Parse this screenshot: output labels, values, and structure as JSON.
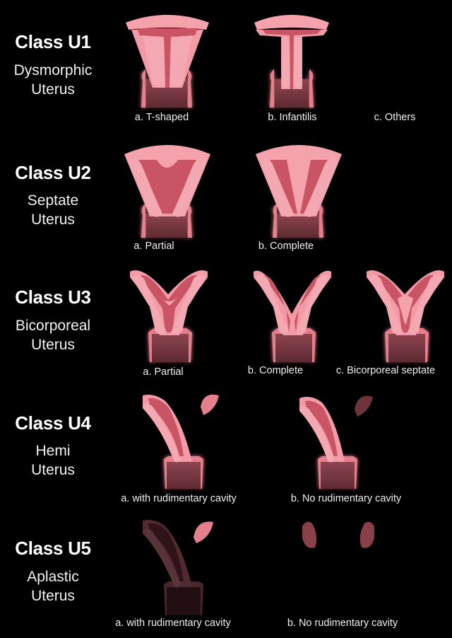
{
  "colors": {
    "background": "#000000",
    "tissue_light": "#f4a3ad",
    "tissue_mid": "#e57f8c",
    "cavity": "#c95466",
    "cervix": "#7a3a42",
    "text": "#ffffff"
  },
  "classes": [
    {
      "id": "U1",
      "title": "Class U1",
      "subtitle_line1": "Dysmorphic",
      "subtitle_line2": "Uterus",
      "subclasses": [
        {
          "label": "a. T-shaped"
        },
        {
          "label": "b. Infantilis"
        },
        {
          "label": "c. Others"
        }
      ]
    },
    {
      "id": "U2",
      "title": "Class U2",
      "subtitle_line1": "Septate",
      "subtitle_line2": "Uterus",
      "subclasses": [
        {
          "label": "a. Partial"
        },
        {
          "label": "b. Complete"
        }
      ]
    },
    {
      "id": "U3",
      "title": "Class U3",
      "subtitle_line1": "Bicorporeal",
      "subtitle_line2": "Uterus",
      "subclasses": [
        {
          "label": "a. Partial"
        },
        {
          "label": "b. Complete"
        },
        {
          "label": "c. Bicorporeal septate"
        }
      ]
    },
    {
      "id": "U4",
      "title": "Class U4",
      "subtitle_line1": "Hemi",
      "subtitle_line2": "Uterus",
      "subclasses": [
        {
          "label": "a. with rudimentary cavity"
        },
        {
          "label": "b. No rudimentary cavity"
        }
      ]
    },
    {
      "id": "U5",
      "title": "Class U5",
      "subtitle_line1": "Aplastic",
      "subtitle_line2": "Uterus",
      "subclasses": [
        {
          "label": "a. with rudimentary cavity"
        },
        {
          "label": "b. No rudimentary cavity"
        }
      ]
    }
  ]
}
